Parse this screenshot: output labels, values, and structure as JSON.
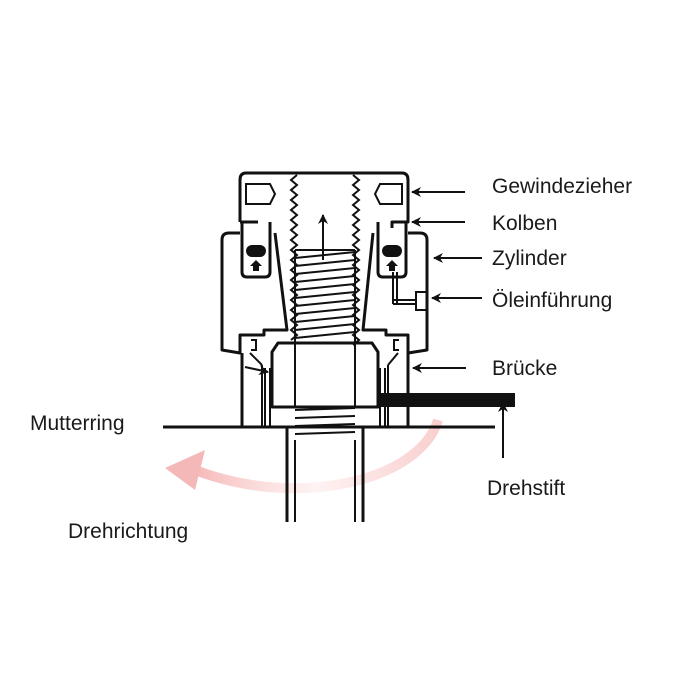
{
  "labels": {
    "puller": "Gewindezieher",
    "piston": "Kolben",
    "cylinder": "Zylinder",
    "oil_inlet": "Öleinführung",
    "bridge": "Brücke",
    "nut_ring": "Mutterring",
    "turning_pin": "Drehstift",
    "rotation_direction": "Drehrichtung"
  },
  "colors": {
    "lines": "#111111",
    "rotation_arrow": "#f5b8b8"
  }
}
